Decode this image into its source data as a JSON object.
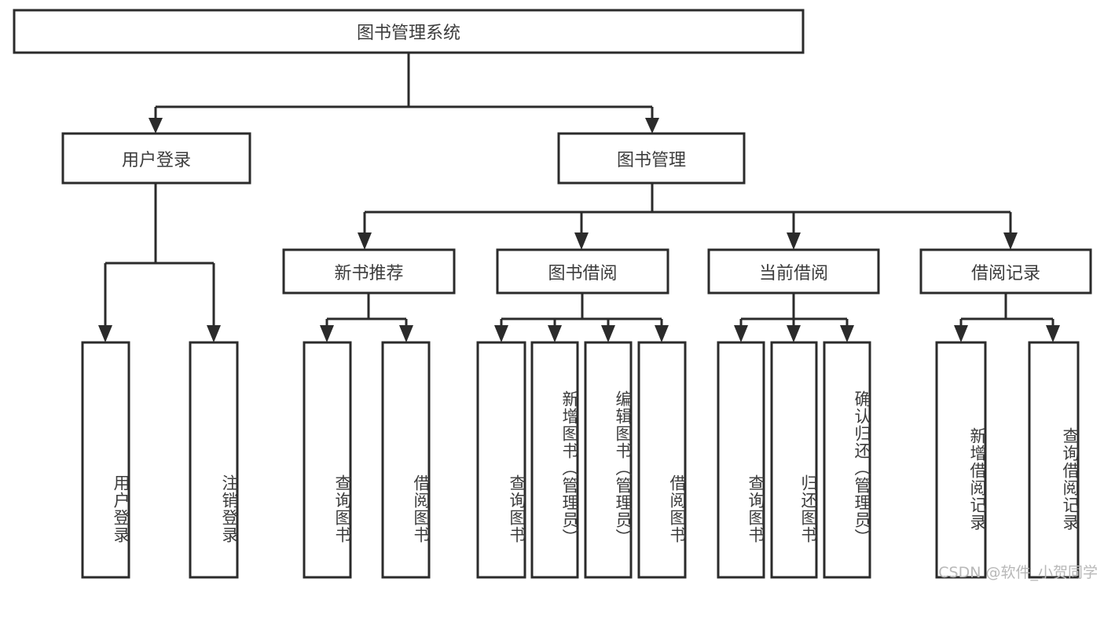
{
  "diagram": {
    "type": "tree",
    "title": "图书管理系统",
    "watermark": "CSDN @软件_小贺同学",
    "colors": {
      "background": "#ffffff",
      "stroke": "#2b2b2b",
      "text": "#3c3c3c",
      "watermark": "#b8b8b8"
    },
    "nodes": {
      "root": {
        "label": "图书管理系统",
        "level": 1,
        "orientation": "horizontal"
      },
      "l2_user_login": {
        "label": "用户登录",
        "level": 2,
        "orientation": "horizontal"
      },
      "l2_book_manage": {
        "label": "图书管理",
        "level": 2,
        "orientation": "horizontal"
      },
      "l3_new_book_rec": {
        "label": "新书推荐",
        "level": 3,
        "orientation": "horizontal"
      },
      "l3_book_borrow": {
        "label": "图书借阅",
        "level": 3,
        "orientation": "horizontal"
      },
      "l3_current_borrow": {
        "label": "当前借阅",
        "level": 3,
        "orientation": "horizontal"
      },
      "l3_borrow_record": {
        "label": "借阅记录",
        "level": 3,
        "orientation": "horizontal"
      },
      "leaf_user_login": {
        "label": "用户登录",
        "level": 4,
        "orientation": "vertical"
      },
      "leaf_logout_login": {
        "label": "注销登录",
        "level": 4,
        "orientation": "vertical"
      },
      "leaf_query_book_1": {
        "label": "查询图书",
        "level": 4,
        "orientation": "vertical"
      },
      "leaf_borrow_book_1": {
        "label": "借阅图书",
        "level": 4,
        "orientation": "vertical"
      },
      "leaf_query_book_2": {
        "label": "查询图书",
        "level": 4,
        "orientation": "vertical"
      },
      "leaf_add_book": {
        "label": "新增图书（管理员）",
        "level": 4,
        "orientation": "vertical"
      },
      "leaf_edit_book": {
        "label": "编辑图书（管理员）",
        "level": 4,
        "orientation": "vertical"
      },
      "leaf_borrow_book_2": {
        "label": "借阅图书",
        "level": 4,
        "orientation": "vertical"
      },
      "leaf_query_book_3": {
        "label": "查询图书",
        "level": 4,
        "orientation": "vertical"
      },
      "leaf_return_book": {
        "label": "归还图书",
        "level": 4,
        "orientation": "vertical"
      },
      "leaf_confirm_return": {
        "label": "确认归还（管理员）",
        "level": 4,
        "orientation": "vertical"
      },
      "leaf_add_record": {
        "label": "新增借阅记录",
        "level": 4,
        "orientation": "vertical"
      },
      "leaf_query_record": {
        "label": "查询借阅记录",
        "level": 4,
        "orientation": "vertical"
      }
    },
    "edges": [
      {
        "from": "root",
        "to": "l2_user_login"
      },
      {
        "from": "root",
        "to": "l2_book_manage"
      },
      {
        "from": "l2_user_login",
        "to": "leaf_user_login"
      },
      {
        "from": "l2_user_login",
        "to": "leaf_logout_login"
      },
      {
        "from": "l2_book_manage",
        "to": "l3_new_book_rec"
      },
      {
        "from": "l2_book_manage",
        "to": "l3_book_borrow"
      },
      {
        "from": "l2_book_manage",
        "to": "l3_current_borrow"
      },
      {
        "from": "l2_book_manage",
        "to": "l3_borrow_record"
      },
      {
        "from": "l3_new_book_rec",
        "to": "leaf_query_book_1"
      },
      {
        "from": "l3_new_book_rec",
        "to": "leaf_borrow_book_1"
      },
      {
        "from": "l3_book_borrow",
        "to": "leaf_query_book_2"
      },
      {
        "from": "l3_book_borrow",
        "to": "leaf_add_book"
      },
      {
        "from": "l3_book_borrow",
        "to": "leaf_edit_book"
      },
      {
        "from": "l3_book_borrow",
        "to": "leaf_borrow_book_2"
      },
      {
        "from": "l3_current_borrow",
        "to": "leaf_query_book_3"
      },
      {
        "from": "l3_current_borrow",
        "to": "leaf_return_book"
      },
      {
        "from": "l3_current_borrow",
        "to": "leaf_confirm_return"
      },
      {
        "from": "l3_borrow_record",
        "to": "leaf_add_record"
      },
      {
        "from": "l3_borrow_record",
        "to": "leaf_query_record"
      }
    ]
  }
}
